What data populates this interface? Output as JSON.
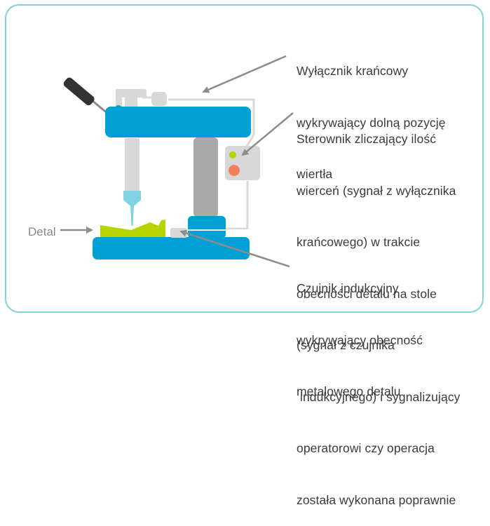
{
  "diagram": {
    "title": "Drill press poka-yoke diagram",
    "colors": {
      "frame": "#7fd3d8",
      "machine_body": "#009fd4",
      "housing_gray": "#d8d8d8",
      "column_gray": "#a9a9a9",
      "handle": "#333333",
      "drill_bit": "#7fd3e0",
      "workpiece": "#b8d400",
      "signal_green": "#b8d400",
      "signal_red": "#f47f5b",
      "arrow": "#8c8c8c",
      "text": "#3a3a3a",
      "detal_text": "#8a8a8a"
    },
    "labels": {
      "limit_switch": {
        "lines": [
          "Wyłącznik krańcowy",
          "wykrywający dolną pozycję",
          "wiertła"
        ]
      },
      "controller": {
        "lines": [
          "Sterownik zliczający ilość",
          "wierceń (sygnał z wyłącznika",
          "krańcowego) w trakcie",
          "obecności detalu na stole",
          "(sygnał z czujnika",
          " indukcyjnego) i sygnalizujący",
          "operatorowi czy operacja",
          "została wykonana poprawnie"
        ]
      },
      "inductive_sensor": {
        "lines": [
          "Czujnik indukcyjny",
          "wykrywający obecność",
          "metalowego detalu"
        ]
      },
      "detail": "Detal"
    }
  }
}
